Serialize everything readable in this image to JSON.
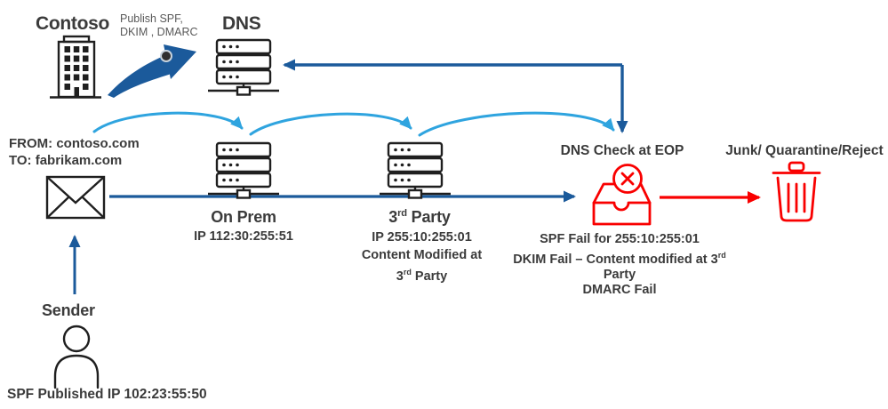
{
  "colors": {
    "dark_blue": "#1B5A9B",
    "cyan": "#2FA4DF",
    "red": "#F90000",
    "text_dark": "#3B3B3B",
    "text_gray": "#595959",
    "icon_black": "#1F1F1F"
  },
  "labels": {
    "contoso": "Contoso",
    "publish_line1": "Publish SPF,",
    "publish_line2": "DKIM , DMARC",
    "dns": "DNS",
    "from": "FROM: contoso.com",
    "to": "TO: fabrikam.com",
    "on_prem": "On Prem",
    "on_prem_ip": "IP 112:30:255:51",
    "third_party_num": "3",
    "third_party_sup": "rd",
    "third_party_rest": " Party",
    "third_party_ip": "IP 255:10:255:01",
    "content_modified_line1": "Content Modified at",
    "content_modified_num": "3",
    "content_modified_sup": "rd",
    "content_modified_rest": " Party",
    "dns_check": "DNS Check at EOP",
    "fail_line1": "SPF Fail for 255:10:255:01",
    "fail_line2": "DKIM Fail – Content modified at 3",
    "fail_line2_sup": "rd",
    "fail_line3": "Party",
    "fail_line4": "DMARC Fail",
    "junk": "Junk/ Quarantine/Reject",
    "sender": "Sender",
    "spf_published": "SPF Published IP 102:23:55:50"
  }
}
